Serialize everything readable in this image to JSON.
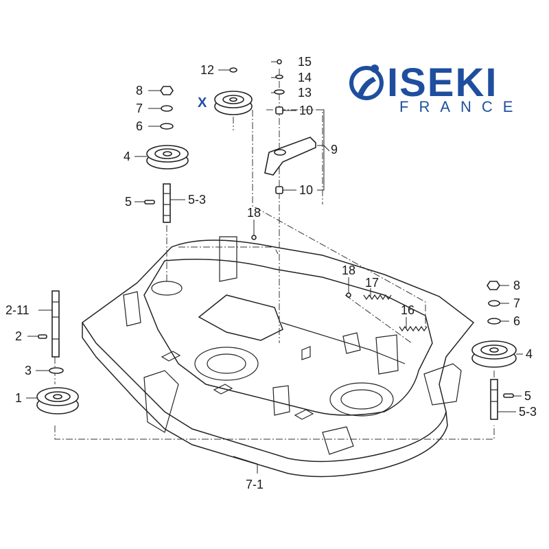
{
  "brand": {
    "name": "ISEKI",
    "region": "FRANCE",
    "color": "#1f4e9e"
  },
  "marker": {
    "label": "X",
    "color": "#1f4e9e"
  },
  "callouts": {
    "c15": "15",
    "c14": "14",
    "c13": "13",
    "c12": "12",
    "c10_top": "10",
    "c10_bottom": "10",
    "c9": "9",
    "c8_left": "8",
    "c7_left": "7",
    "c6_left": "6",
    "c4_left": "4",
    "c5_left": "5",
    "c53_left": "5-3",
    "c18_top": "18",
    "c18_mid": "18",
    "c17": "17",
    "c16": "16",
    "c211": "2-11",
    "c2": "2",
    "c3": "3",
    "c1": "1",
    "c8_right": "8",
    "c7_right": "7",
    "c6_right": "6",
    "c4_right": "4",
    "c5_right": "5",
    "c53_right": "5-3",
    "c71": "7-1"
  }
}
